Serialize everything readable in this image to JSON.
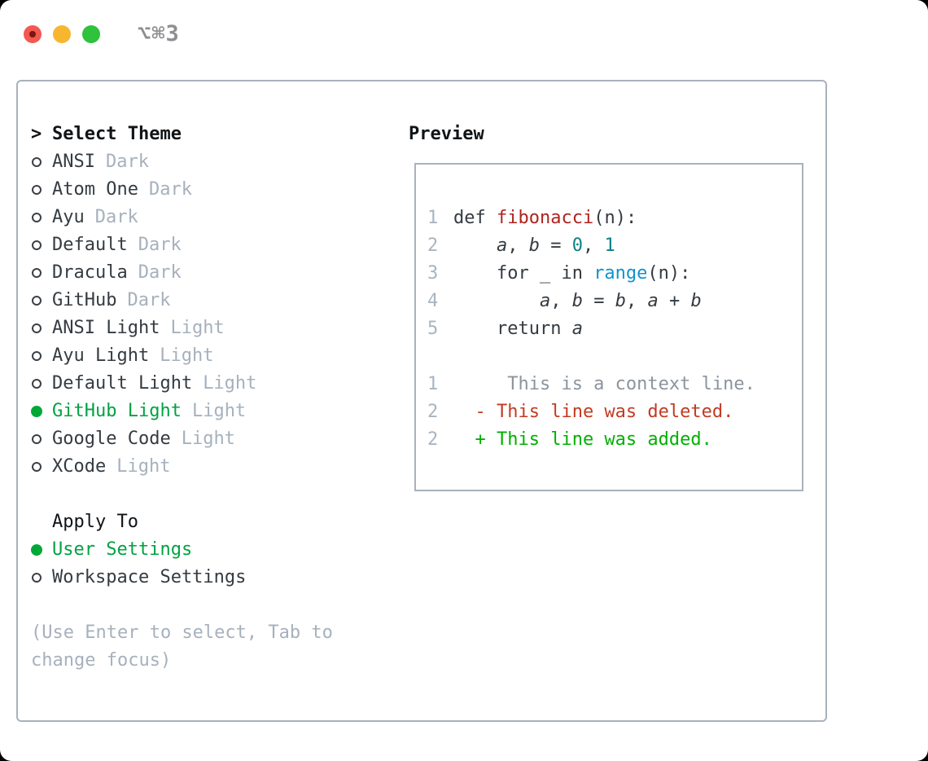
{
  "window": {
    "shortcut": "⌥⌘3",
    "traffic_lights": [
      {
        "name": "close-button",
        "color": "#f25951"
      },
      {
        "name": "minimize-button",
        "color": "#f6b62f"
      },
      {
        "name": "zoom-button",
        "color": "#2ec23d"
      }
    ]
  },
  "theme_panel": {
    "header_prompt": ">",
    "header_label": "Select Theme",
    "items": [
      {
        "label": "ANSI",
        "tag": "Dark",
        "selected": false
      },
      {
        "label": "Atom One",
        "tag": "Dark",
        "selected": false
      },
      {
        "label": "Ayu",
        "tag": "Dark",
        "selected": false
      },
      {
        "label": "Default",
        "tag": "Dark",
        "selected": false
      },
      {
        "label": "Dracula",
        "tag": "Dark",
        "selected": false
      },
      {
        "label": "GitHub",
        "tag": "Dark",
        "selected": false
      },
      {
        "label": "ANSI Light",
        "tag": "Light",
        "selected": false
      },
      {
        "label": "Ayu Light",
        "tag": "Light",
        "selected": false
      },
      {
        "label": "Default Light",
        "tag": "Light",
        "selected": false
      },
      {
        "label": "GitHub Light",
        "tag": "Light",
        "selected": true
      },
      {
        "label": "Google Code",
        "tag": "Light",
        "selected": false
      },
      {
        "label": "XCode",
        "tag": "Light",
        "selected": false
      }
    ],
    "apply_to": {
      "header": "Apply To",
      "options": [
        {
          "label": "User Settings",
          "selected": true
        },
        {
          "label": "Workspace Settings",
          "selected": false
        }
      ]
    },
    "help_line1": "(Use Enter to select, Tab to",
    "help_line2": "change focus)"
  },
  "preview": {
    "title": "Preview",
    "lines": [
      {
        "num": "1",
        "segs": [
          {
            "t": "def ",
            "c": "p"
          },
          {
            "t": "fibonacci",
            "c": "fn"
          },
          {
            "t": "(n):",
            "c": "p"
          }
        ]
      },
      {
        "num": "2",
        "segs": [
          {
            "t": "    ",
            "c": "p"
          },
          {
            "t": "a",
            "c": "var"
          },
          {
            "t": ", ",
            "c": "p"
          },
          {
            "t": "b",
            "c": "var"
          },
          {
            "t": " = ",
            "c": "p"
          },
          {
            "t": "0",
            "c": "num"
          },
          {
            "t": ", ",
            "c": "p"
          },
          {
            "t": "1",
            "c": "num"
          }
        ]
      },
      {
        "num": "3",
        "segs": [
          {
            "t": "    for _ in ",
            "c": "p"
          },
          {
            "t": "range",
            "c": "blu"
          },
          {
            "t": "(n):",
            "c": "p"
          }
        ]
      },
      {
        "num": "4",
        "segs": [
          {
            "t": "        ",
            "c": "p"
          },
          {
            "t": "a",
            "c": "var"
          },
          {
            "t": ", ",
            "c": "p"
          },
          {
            "t": "b",
            "c": "var"
          },
          {
            "t": " = ",
            "c": "p"
          },
          {
            "t": "b",
            "c": "var"
          },
          {
            "t": ", ",
            "c": "p"
          },
          {
            "t": "a",
            "c": "var"
          },
          {
            "t": " + ",
            "c": "p"
          },
          {
            "t": "b",
            "c": "var"
          }
        ]
      },
      {
        "num": "5",
        "segs": [
          {
            "t": "    return ",
            "c": "p"
          },
          {
            "t": "a",
            "c": "var"
          }
        ]
      },
      {
        "num": "",
        "segs": []
      },
      {
        "num": "1",
        "segs": [
          {
            "t": "     This is a context line.",
            "c": "ctx"
          }
        ]
      },
      {
        "num": "2",
        "segs": [
          {
            "t": "  - This line was deleted.",
            "c": "del"
          }
        ]
      },
      {
        "num": "2",
        "segs": [
          {
            "t": "  + This line was added.",
            "c": "add"
          }
        ]
      }
    ]
  },
  "colors": {
    "selection_green": "#00a243",
    "added_green": "#00b000",
    "deleted_red": "#c23b22",
    "function_red": "#b0231f",
    "builtin_blue": "#0f93ce",
    "number_teal": "#0e7f87",
    "muted_gray": "#a6b1bd",
    "text_dark": "#343b41",
    "border_gray": "#a9b2bc"
  }
}
